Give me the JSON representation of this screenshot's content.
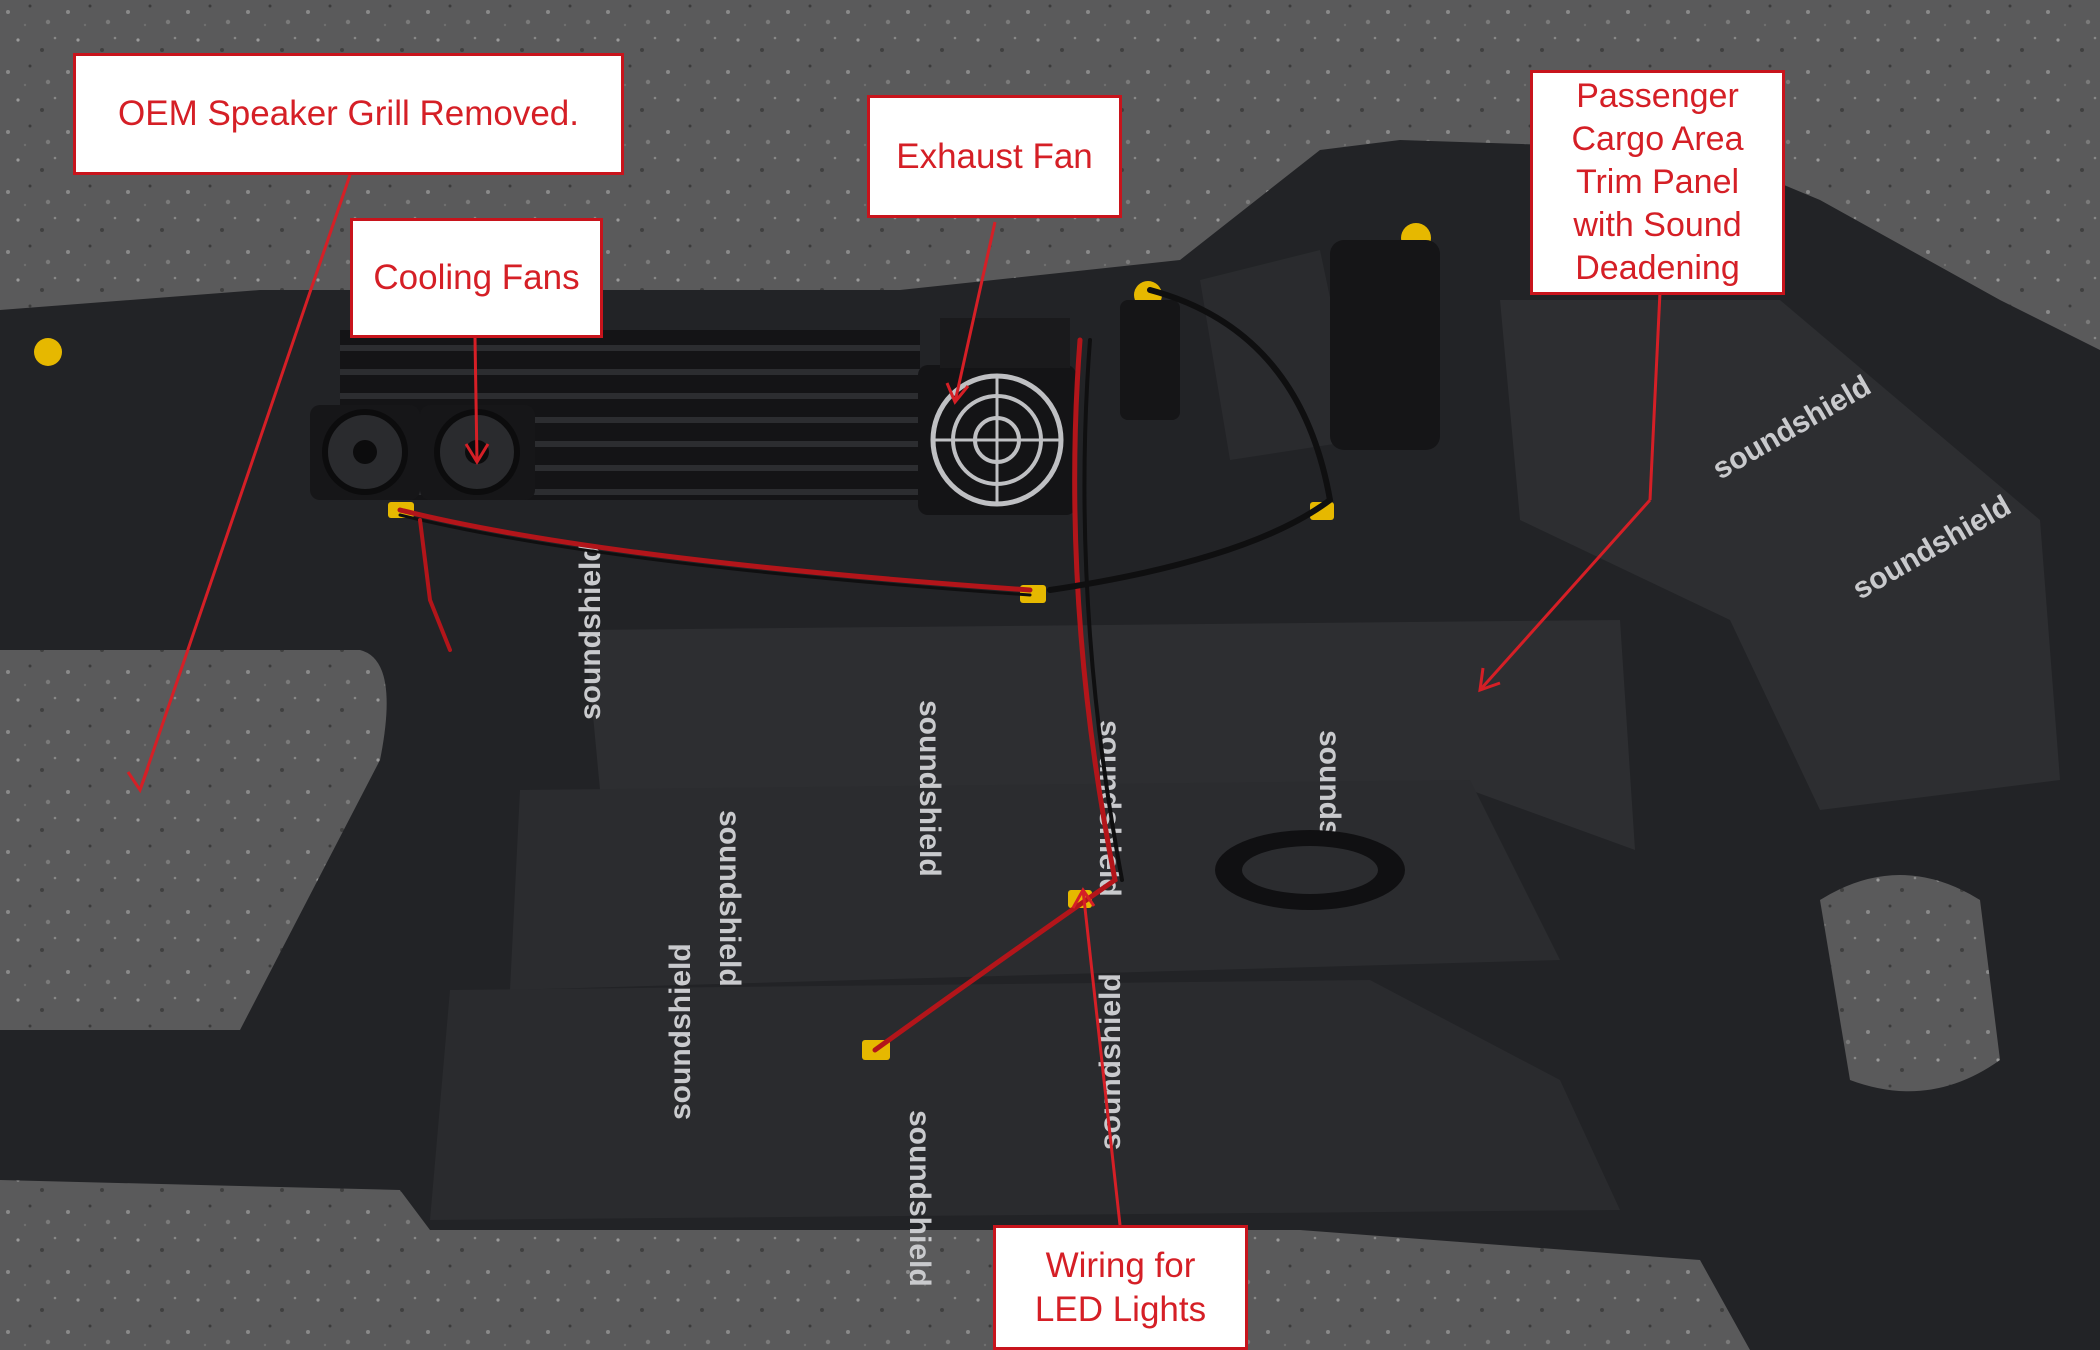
{
  "image": {
    "subject": "Vehicle rear trim panel with sound deadening mats, fans and wiring",
    "colors": {
      "asphalt": "#5e5e5e",
      "panel": "#1f2022",
      "mat": "#2b2c2f",
      "mat_print": "#c9cacd",
      "annotation_red": "#d51f26",
      "wire_red": "#b3151a",
      "connector_yellow": "#e6b800"
    },
    "mat_brand_text": "soundshield",
    "annotations": {
      "speaker": {
        "lines": [
          "OEM Speaker Grill Removed."
        ]
      },
      "cooling": {
        "lines": [
          "Cooling Fans"
        ]
      },
      "exhaust": {
        "lines": [
          "Exhaust Fan"
        ]
      },
      "cargo": {
        "lines": [
          "Passenger",
          "Cargo Area",
          "Trim Panel",
          "with Sound",
          "Deadening"
        ]
      },
      "wiring": {
        "lines": [
          "Wiring for",
          "LED Lights"
        ]
      }
    }
  }
}
